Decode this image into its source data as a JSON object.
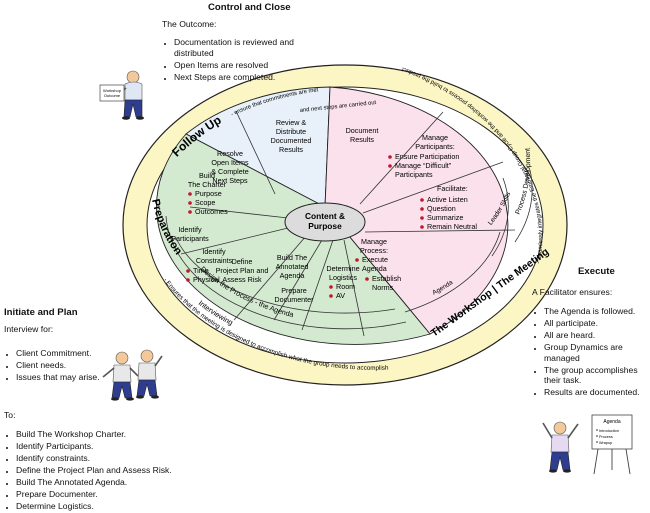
{
  "control_close": {
    "title": "Control and Close",
    "intro": "The Outcome:",
    "items": [
      "Documentation is reviewed and distributed",
      "Open Items are resolved",
      "Next Steps are completed."
    ]
  },
  "initiate_plan": {
    "title": "Initiate and Plan",
    "intro": "Interview for:",
    "items": [
      "Client Commitment.",
      "Client needs.",
      "Issues that may arise."
    ],
    "intro2": "To:",
    "items2": [
      "Build The Workshop Charter.",
      "Identify Participants.",
      "Identify constraints.",
      "Define the Project Plan and Assess Risk.",
      "Build The Annotated Agenda.",
      "Prepare Documenter.",
      "Determine Logistics."
    ]
  },
  "execute": {
    "title": "Execute",
    "intro": "A Facilitator ensures:",
    "items": [
      "The Agenda is followed.",
      "All participate.",
      "All are heard.",
      "Group Dynamics are managed",
      "The group accomplishes their task.",
      "Results are documented."
    ]
  },
  "diagram": {
    "center": [
      "Content &",
      "Purpose"
    ],
    "follow_up": {
      "label": "Follow Up",
      "sub": "- ensure that commitments are met",
      "sub2": "and next steps are carried out",
      "review": [
        "Review &",
        "Distribute",
        "Documented",
        "Results"
      ],
      "resolve": [
        "Resolve",
        "Open Items",
        "& Complete",
        "Next Steps"
      ]
    },
    "preparation": {
      "label": "Preparation",
      "sub": "- Ensures that the meeting is designed to accomplish what the group needs to accomplish",
      "build_charter": [
        "Build",
        "The Charter"
      ],
      "build_charter_items": [
        "Purpose",
        "Scope",
        "Outcomes"
      ],
      "identify_participants": [
        "Identify",
        "Participants"
      ],
      "identify_constraints": [
        "Identify",
        "Constraints"
      ],
      "constraints_items": [
        "Time",
        "Physical"
      ],
      "define_plan": [
        "Define",
        "Project Plan and",
        "Assess Risk"
      ],
      "build_agenda": [
        "Build The",
        "Annotated",
        "Agenda"
      ],
      "prepare_documenter": [
        "Prepare",
        "Documenter"
      ],
      "determine_logistics": [
        "Determine",
        "Logistics"
      ],
      "logistics_items": [
        "Room",
        "AV"
      ],
      "design_ring": "Design the Process - the Agenda",
      "interviewing_ring": "Interviewing"
    },
    "meeting": {
      "label": "The Workshop | The Meeting",
      "sub": "- Seamlessly integrates the Emotional Group Cycle and the workshop process to build the product",
      "document_results": [
        "Document",
        "Results"
      ],
      "manage_participants": [
        "Manage",
        "Participants:"
      ],
      "participants_items": [
        "Ensure Participation",
        "Manage “Difficult”",
        "Participants"
      ],
      "facilitate": "Facilitate:",
      "facilitate_items": [
        "Active Listen",
        "Question",
        "Summarize",
        "Remain Neutral"
      ],
      "manage_process": [
        "Manage",
        "Process:"
      ],
      "process_items": [
        "Execute",
        "Agenda",
        "Establish",
        "Norms"
      ],
      "agenda_ring": "Agenda",
      "leader_skills_ring": "Leader Skills",
      "process_dev_ring": "Process Development"
    },
    "figures": {
      "sign_left": [
        "Workshop",
        "Outcome"
      ],
      "board": [
        "Agenda",
        "Introduction",
        "Process",
        "Wrapup"
      ]
    }
  },
  "colors": {
    "yellow": "#fcf5c4",
    "green": "#d3e9d0",
    "pink": "#fbe1ec",
    "blue": "#e8f1fa",
    "center": "#dcdcdc",
    "bullet_red": "#c0192b"
  }
}
